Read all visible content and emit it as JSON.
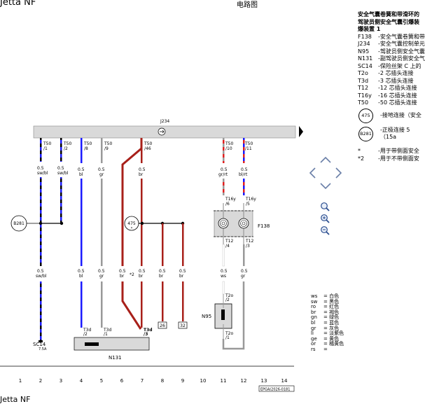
{
  "header": {
    "title": "Jetta NF",
    "center": "电路图"
  },
  "footer_fragment": "Jetta NF",
  "legend": {
    "title_lines": [
      "安全气囊卷簧和带滑环的",
      "驾驶员侧安全气囊引爆装",
      "爆装置 1"
    ],
    "items": [
      {
        "code": "F138",
        "desc": "-安全气囊卷簧和带"
      },
      {
        "code": "J234",
        "desc": "-安全气囊控制单元"
      },
      {
        "code": "N95",
        "desc": "-驾驶员侧安全气囊"
      },
      {
        "code": "N131",
        "desc": "-副驾驶员侧安全气"
      },
      {
        "code": "SC14",
        "desc": "-保险丝架 C 上的"
      },
      {
        "code": "T2o",
        "desc": "-2 芯插头连接"
      },
      {
        "code": "T3d",
        "desc": "-3 芯插头连接"
      },
      {
        "code": "T12",
        "desc": "-12 芯插头连接"
      },
      {
        "code": "T16y",
        "desc": "-16 芯插头连接"
      },
      {
        "code": "T50",
        "desc": "-50 芯插头连接"
      }
    ],
    "circle_items": [
      {
        "code": "475",
        "desc": "-接地连接（安全"
      },
      {
        "code": "B281",
        "desc": "-正极连接 5（15a"
      }
    ],
    "notes": [
      {
        "mark": "*",
        "desc": "-用于带侧面安全"
      },
      {
        "mark": "*2",
        "desc": "-用于不带侧面安"
      }
    ]
  },
  "color_key": [
    {
      "abbr": "ws",
      "name": "= 白色"
    },
    {
      "abbr": "sw",
      "name": "= 黑色"
    },
    {
      "abbr": "ro",
      "name": "= 红色"
    },
    {
      "abbr": "br",
      "name": "= 褐色"
    },
    {
      "abbr": "gn",
      "name": "= 绿色"
    },
    {
      "abbr": "bl",
      "name": "= 蓝色"
    },
    {
      "abbr": "gr",
      "name": "= 灰色"
    },
    {
      "abbr": "li",
      "name": "= 淡紫色"
    },
    {
      "abbr": "ge",
      "name": "= 黄色"
    },
    {
      "abbr": "or",
      "name": "= 橘黄色"
    },
    {
      "abbr": "rs",
      "name": "="
    }
  ],
  "diagram": {
    "components": {
      "control_unit": "J234",
      "clock_spring": "F138",
      "driver_igniter": "N95",
      "passenger_igniter": "N131",
      "fuse": "SC14",
      "fuse_sub": "7.5A"
    },
    "nodes": {
      "positive_conn": "B281",
      "ground_conn": "475",
      "ground_mark": "*"
    },
    "pin_labels": {
      "t50_1": "T50",
      "t50_1_pin": "/1",
      "t50_2": "T50",
      "t50_2_pin": "/2",
      "t50_8": "T50",
      "t50_8_pin": "/8",
      "t50_9": "T50",
      "t50_9_pin": "/9",
      "t50_46": "T50",
      "t50_46_pin": "/46",
      "t50_10": "T50",
      "t50_10_pin": "/10",
      "t50_11": "T50",
      "t50_11_pin": "/11",
      "t16y_6": "T16y",
      "t16y_6_pin": "/6",
      "t16y_5": "T16y",
      "t16y_5_pin": "/5",
      "t12_4": "T12",
      "t12_4_pin": "/4",
      "t12_3": "T12",
      "t12_3_pin": "/3",
      "t3d_2": "T3d",
      "t3d_2_pin": "/2",
      "t3d_1": "T3d",
      "t3d_1_pin": "/1",
      "t3d_3": "T3d",
      "t3d_3_pin": "/3",
      "t2o_2": "T2o",
      "t2o_2_pin": "/2",
      "t2o_1": "T2o",
      "t2o_1_pin": "/1"
    },
    "wire_labels": {
      "w1_top": "0.5",
      "w1_top_col": "sw/bl",
      "w2_top": "0.5",
      "w2_top_col": "sw/bl",
      "w4_top": "0.5",
      "w4_top_col": "bl",
      "w5_top": "0.5",
      "w5_top_col": "gr",
      "w7_top": "0.5",
      "w7_top_col": "br",
      "w11_top": "0.5",
      "w11_top_col": "gr/rt",
      "w12_top": "0.5",
      "w12_top_col": "bl/rt",
      "w1_bot": "0.5",
      "w1_bot_col": "sw/bl",
      "w4_bot": "0.5",
      "w4_bot_col": "bl",
      "w5_bot": "0.5",
      "w5_bot_col": "gr",
      "w6_bot": "0.5",
      "w6_bot_col": "br",
      "w7_bot": "0.5",
      "w7_bot_col": "br",
      "w8_bot": "0.5",
      "w8_bot_col": "br",
      "w9_bot": "0.5",
      "w9_bot_col": "br",
      "w11_bot": "0.5",
      "w11_bot_col": "ws",
      "w12_bot": "0.5",
      "w12_bot_col": "gr",
      "note_star2": "*2"
    },
    "refs": {
      "ref26": "26",
      "ref32": "32"
    },
    "grid_numbers": [
      "1",
      "2",
      "3",
      "4",
      "5",
      "6",
      "7",
      "8",
      "9",
      "10",
      "11",
      "12",
      "13",
      "14"
    ],
    "doc_code": "EPGA/2026-0181"
  },
  "colors": {
    "blue": "#1a1aff",
    "black": "#000000",
    "brown": "#a8201a",
    "red": "#e02020",
    "gray": "#999999",
    "bar": "#d9d9d9"
  },
  "icons": {
    "nav": "pan-arrows-icon",
    "zoom_in": "zoom-in-icon",
    "zoom_fit": "zoom-fit-icon",
    "zoom_out": "zoom-out-icon"
  }
}
